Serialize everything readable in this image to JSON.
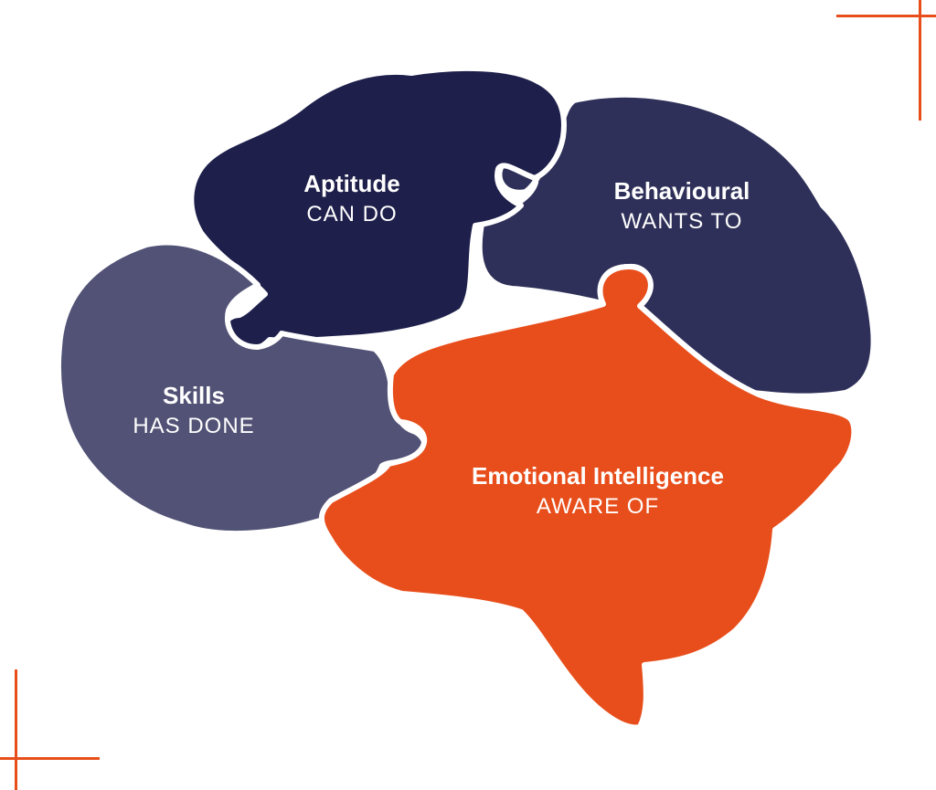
{
  "colors": {
    "background": "#ffffff",
    "aptitude": "#1e1f4b",
    "behavioural": "#2f3059",
    "skills": "#515275",
    "emotional_intelligence": "#e84e1b",
    "outline": "#ffffff",
    "corner_accent": "#e84e1b",
    "text": "#ffffff"
  },
  "pieces": {
    "aptitude": {
      "title": "Aptitude",
      "subtitle": "CAN DO"
    },
    "behavioural": {
      "title": "Behavioural",
      "subtitle": "WANTS TO"
    },
    "skills": {
      "title": "Skills",
      "subtitle": "HAS DONE"
    },
    "emotional_intelligence": {
      "title": "Emotional Intelligence",
      "subtitle": "AWARE OF"
    }
  }
}
